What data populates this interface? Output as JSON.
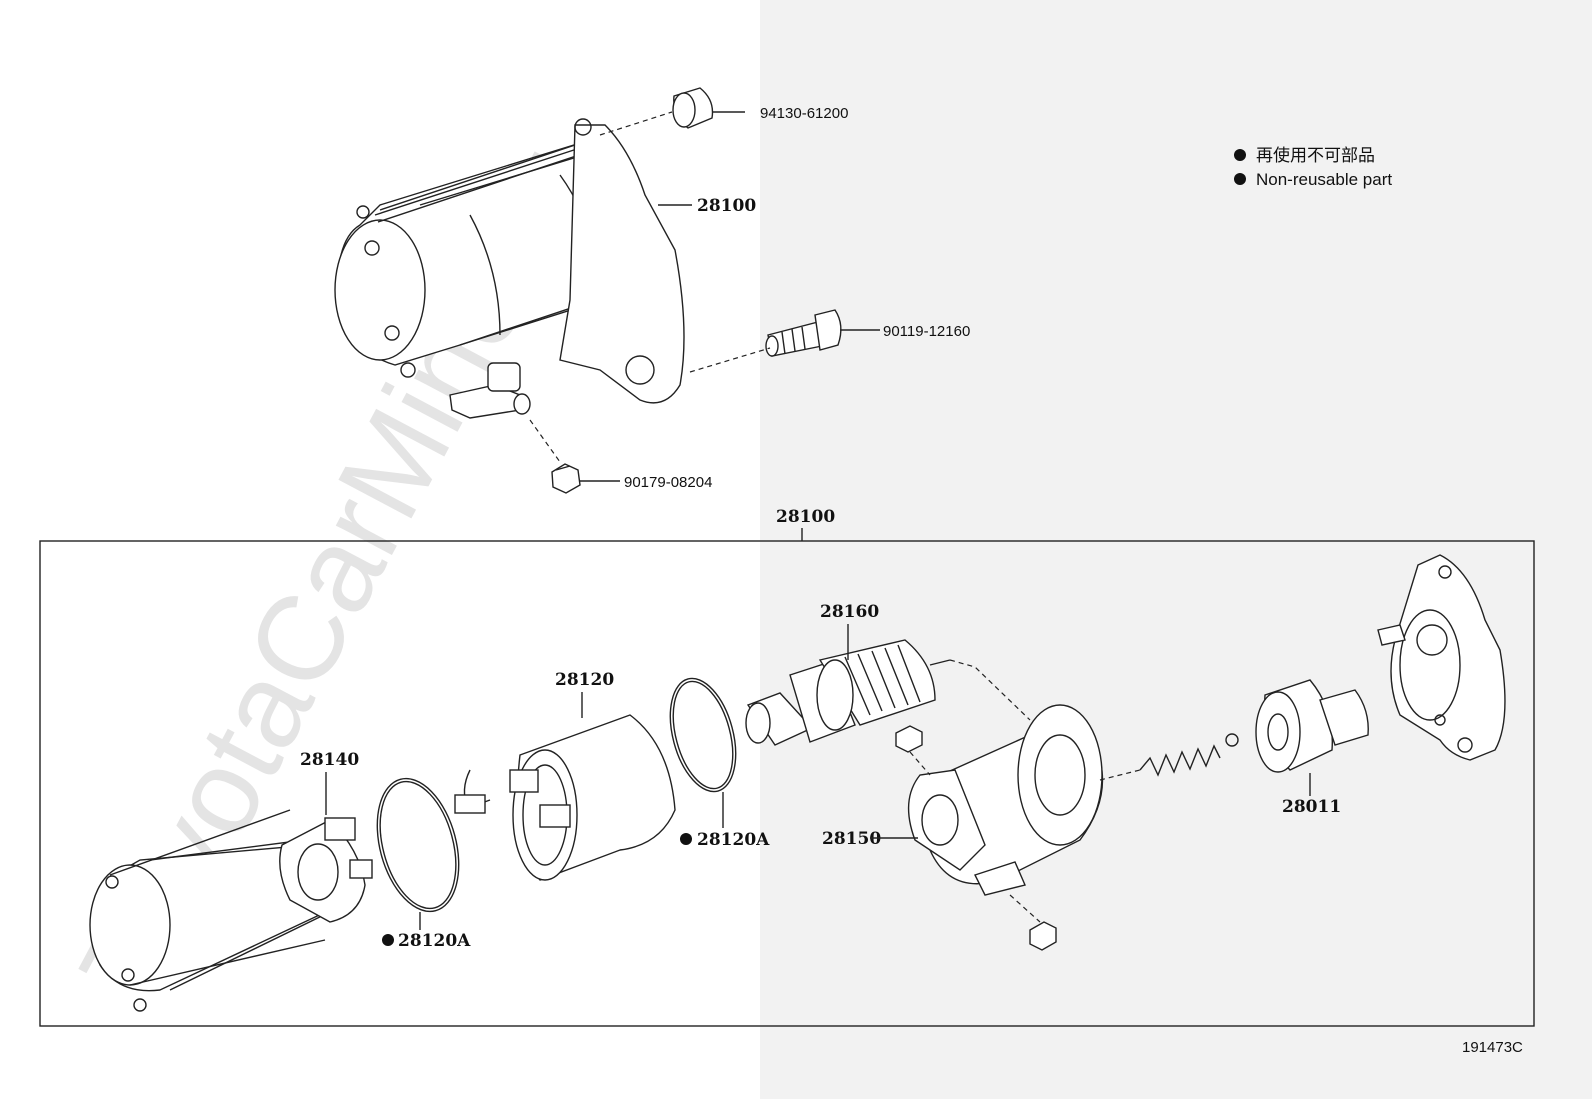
{
  "watermark": "ToyotaCarMine.ru",
  "legend": {
    "jp": "再使用不可部品",
    "en": "Non-reusable part"
  },
  "diagram_code": "191473C",
  "top_assembly": {
    "starter_label": "28100",
    "bolt_label": "90119-12160",
    "cap_top_label": "94130-61200",
    "nut_label": "90179-08204"
  },
  "exploded": {
    "group_label": "28100",
    "brush_holder": "28140",
    "o_ring_left": "28120A",
    "yoke": "28120",
    "o_ring_mid": "28120A",
    "armature": "28160",
    "switch_housing": "28150",
    "clutch": "28011"
  }
}
